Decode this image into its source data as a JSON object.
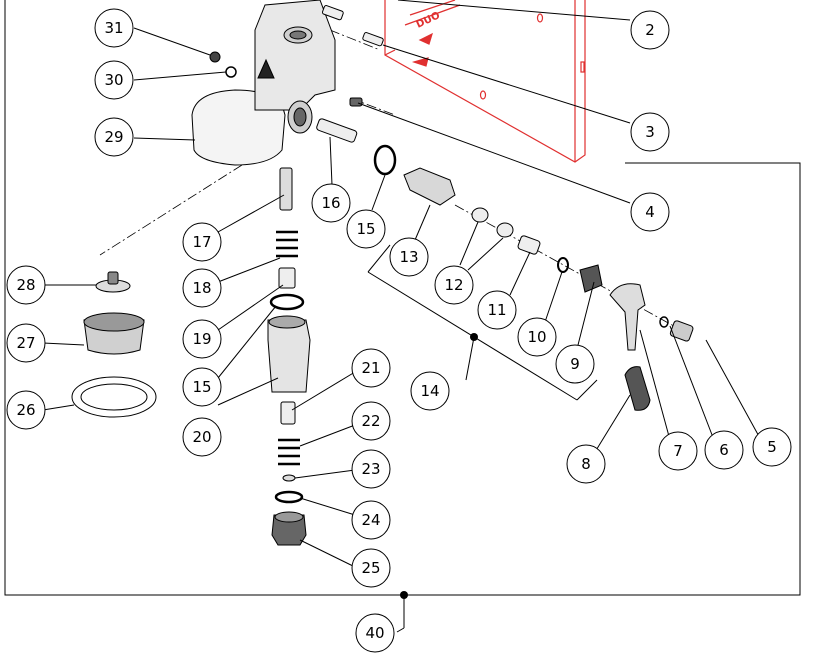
{
  "plate": {
    "brand_text": "DUO",
    "accent_color": "#e03030"
  },
  "callouts": [
    {
      "id": "c2",
      "label": "2"
    },
    {
      "id": "c3",
      "label": "3"
    },
    {
      "id": "c4",
      "label": "4"
    },
    {
      "id": "c5",
      "label": "5"
    },
    {
      "id": "c6",
      "label": "6"
    },
    {
      "id": "c7",
      "label": "7"
    },
    {
      "id": "c8",
      "label": "8"
    },
    {
      "id": "c9",
      "label": "9"
    },
    {
      "id": "c10",
      "label": "10"
    },
    {
      "id": "c11",
      "label": "11"
    },
    {
      "id": "c12",
      "label": "12"
    },
    {
      "id": "c13",
      "label": "13"
    },
    {
      "id": "c14",
      "label": "14"
    },
    {
      "id": "c15a",
      "label": "15"
    },
    {
      "id": "c15b",
      "label": "15"
    },
    {
      "id": "c16",
      "label": "16"
    },
    {
      "id": "c17",
      "label": "17"
    },
    {
      "id": "c18",
      "label": "18"
    },
    {
      "id": "c19",
      "label": "19"
    },
    {
      "id": "c20",
      "label": "20"
    },
    {
      "id": "c21",
      "label": "21"
    },
    {
      "id": "c22",
      "label": "22"
    },
    {
      "id": "c23",
      "label": "23"
    },
    {
      "id": "c24",
      "label": "24"
    },
    {
      "id": "c25",
      "label": "25"
    },
    {
      "id": "c26",
      "label": "26"
    },
    {
      "id": "c27",
      "label": "27"
    },
    {
      "id": "c28",
      "label": "28"
    },
    {
      "id": "c29",
      "label": "29"
    },
    {
      "id": "c30",
      "label": "30"
    },
    {
      "id": "c31",
      "label": "31"
    },
    {
      "id": "c40",
      "label": "40"
    }
  ]
}
